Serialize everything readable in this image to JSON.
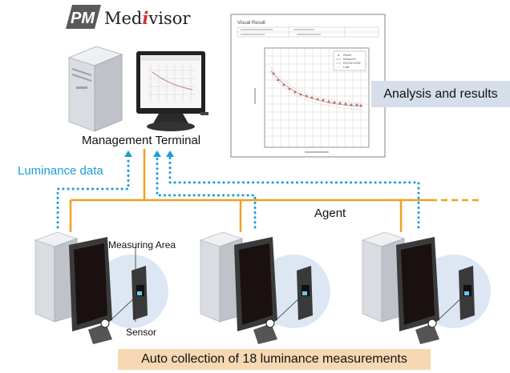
{
  "logo": {
    "pm": "PM",
    "prefix": "Med",
    "accent": "i",
    "suffix": "visor"
  },
  "labels": {
    "analysis": "Analysis and results",
    "management_terminal": "Management Terminal",
    "luminance_data": "Luminance data",
    "agent": "Agent",
    "measuring_area": "Measuring Area",
    "sensor": "Sensor",
    "auto_collection": "Auto collection of 18 luminance measurements"
  },
  "report": {
    "title": "Visual Result",
    "legend": [
      "Result",
      "Measured",
      "DICOM GSDF",
      "Limit"
    ]
  },
  "colors": {
    "network_line": "#f0a020",
    "data_dots": "#1a9bd8",
    "cyan_label": "#1a9bd8",
    "accent_red": "#d2322d",
    "analysis_box": "#d6deea",
    "auto_box": "#f7d8b3",
    "circle_fill": "#dde6f3"
  }
}
